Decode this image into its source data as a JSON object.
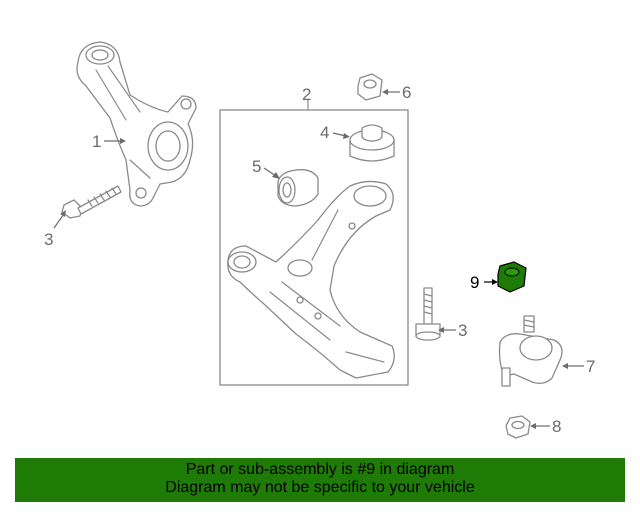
{
  "callouts": {
    "c1": "1",
    "c2": "2",
    "c3a": "3",
    "c3b": "3",
    "c4": "4",
    "c5": "5",
    "c6": "6",
    "c7": "7",
    "c8": "8",
    "c9": "9"
  },
  "highlight_color": "#1e7b05",
  "banner": {
    "line1": "Part or sub-assembly is #9 in diagram",
    "line2": "Diagram may not be specific to your vehicle"
  }
}
